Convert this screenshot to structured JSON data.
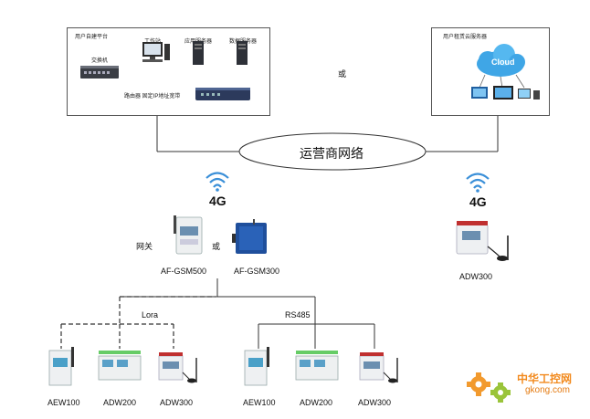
{
  "private_platform": {
    "title": "用户自建平台",
    "switch": "交换机",
    "workstation": "工作站",
    "app_server": "应用服务器",
    "db_server": "数据服务器",
    "router": "路由器 固定IP地址宽带"
  },
  "or_labels": [
    "或",
    "或"
  ],
  "cloud_platform": {
    "title": "用户租赁云服务器",
    "cloud_text": "Cloud"
  },
  "carrier_network": "运营商网络",
  "signal_4g": [
    "4G",
    "4G"
  ],
  "gateway": {
    "label": "网关",
    "device1": "AF-GSM500",
    "device2": "AF-GSM300"
  },
  "direct_device": "ADW300",
  "lora_label": "Lora",
  "rs485_label": "RS485",
  "lora_devices": [
    "AEW100",
    "ADW200",
    "ADW300"
  ],
  "rs485_devices": [
    "AEW100",
    "ADW200",
    "ADW300"
  ],
  "watermark": {
    "text": "中华工控网",
    "url": "gkong.com"
  }
}
